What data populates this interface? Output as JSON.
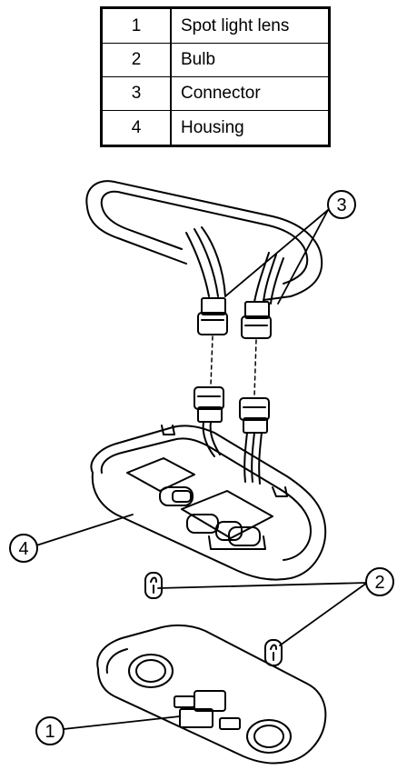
{
  "legend": {
    "rows": [
      {
        "number": "1",
        "label": "Spot light lens"
      },
      {
        "number": "2",
        "label": "Bulb"
      },
      {
        "number": "3",
        "label": "Connector"
      },
      {
        "number": "4",
        "label": "Housing"
      }
    ]
  },
  "callouts": {
    "c1": "1",
    "c2": "2",
    "c3": "3",
    "c4": "4"
  }
}
